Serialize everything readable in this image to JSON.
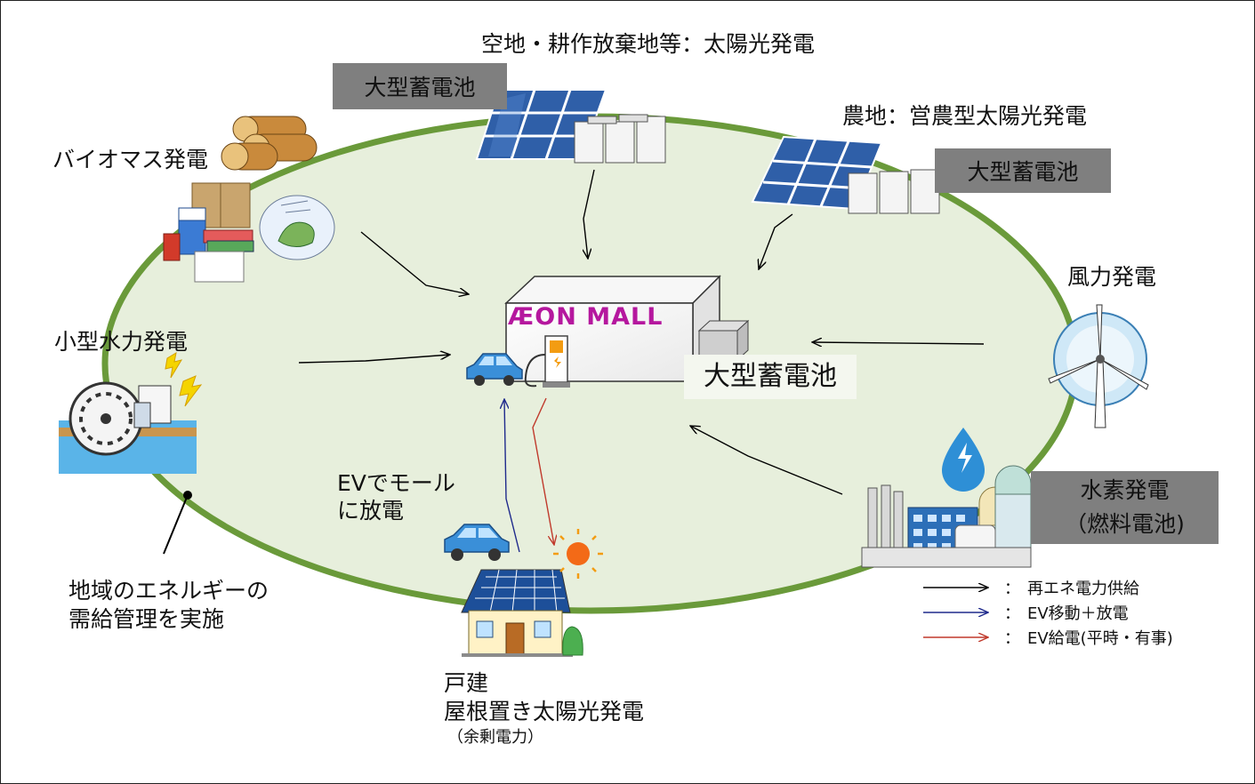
{
  "labels": {
    "vacant_land_solar": "空地・耕作放棄地等：太陽光発電",
    "farm_solar": "農地：営農型太陽光発電",
    "biomass": "バイオマス発電",
    "small_hydro": "小型水力発電",
    "wind": "風力発電",
    "hydrogen_line1": "水素発電",
    "hydrogen_line2": "（燃料電池)",
    "battery_top": "大型蓄電池",
    "battery_right": "大型蓄電池",
    "battery_mall": "大型蓄電池",
    "ev_discharge_line1": "EVでモール",
    "ev_discharge_line2": "に放電",
    "house_line1": "戸建",
    "house_line2": "屋根置き太陽光発電",
    "house_line3": "（余剰電力）",
    "region_line1": "地域のエネルギーの",
    "region_line2": "需給管理を実施",
    "mall_logo": "ÆON MALL"
  },
  "legend": [
    {
      "text": "再エネ電力供給",
      "color": "#000000"
    },
    {
      "text": "EV移動＋放電",
      "color": "#1f2a8c"
    },
    {
      "text": "EV給電(平時・有事)",
      "color": "#c0392b"
    }
  ],
  "legend_colon": "：",
  "colors": {
    "ellipse_fill": "#e7efdc",
    "ellipse_stroke": "#6a9a3a",
    "label_box": "#7f7f7f",
    "mall_logo": "#b5179e",
    "solar_panel": "#2f5fa8"
  },
  "icons": [
    "solar-panel-icon",
    "battery-bank-icon",
    "biomass-logs-icon",
    "waste-bags-icon",
    "water-wheel-icon",
    "lightning-icon",
    "wind-turbine-icon",
    "hydrogen-plant-icon",
    "water-drop-icon",
    "mall-building-icon",
    "ev-charger-icon",
    "car-icon",
    "house-icon",
    "sun-icon"
  ]
}
